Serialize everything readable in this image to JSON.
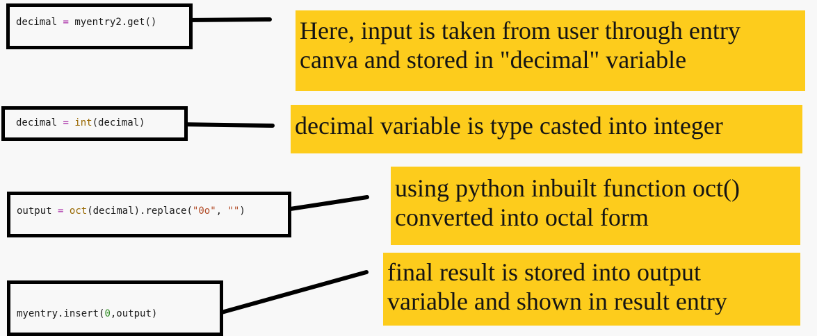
{
  "steps": [
    {
      "code": {
        "var": "decimal",
        "op": "=",
        "call": "myentry2.get()"
      },
      "note": {
        "line1": "Here, input is taken from user through entry",
        "line2": "canva and stored in \"decimal\" variable"
      }
    },
    {
      "code": {
        "var": "decimal",
        "op": "=",
        "fn": "int",
        "args": "(decimal)"
      },
      "note": {
        "line1": "decimal variable is type casted into integer"
      }
    },
    {
      "code": {
        "var": "output",
        "op": "=",
        "fn": "oct",
        "middle": "(decimal).replace(",
        "str1": "\"0o\"",
        "comma": ", ",
        "str2": "\"\"",
        "close": ")"
      },
      "note": {
        "line1": "using python inbuilt function oct()",
        "line2": "converted into octal form"
      }
    },
    {
      "code": {
        "prefix": "myentry.insert(",
        "num": "0",
        "suffix": ",output)"
      },
      "note": {
        "line1": "final result is stored into output",
        "line2": "variable and shown in result entry"
      }
    }
  ],
  "colors": {
    "note_background": "#fdcc1c",
    "code_border": "#000000",
    "keyword_operator": "#a626a4",
    "builtin_function": "#986801",
    "string_literal": "#b14a26",
    "number_literal": "#2e8b22"
  }
}
